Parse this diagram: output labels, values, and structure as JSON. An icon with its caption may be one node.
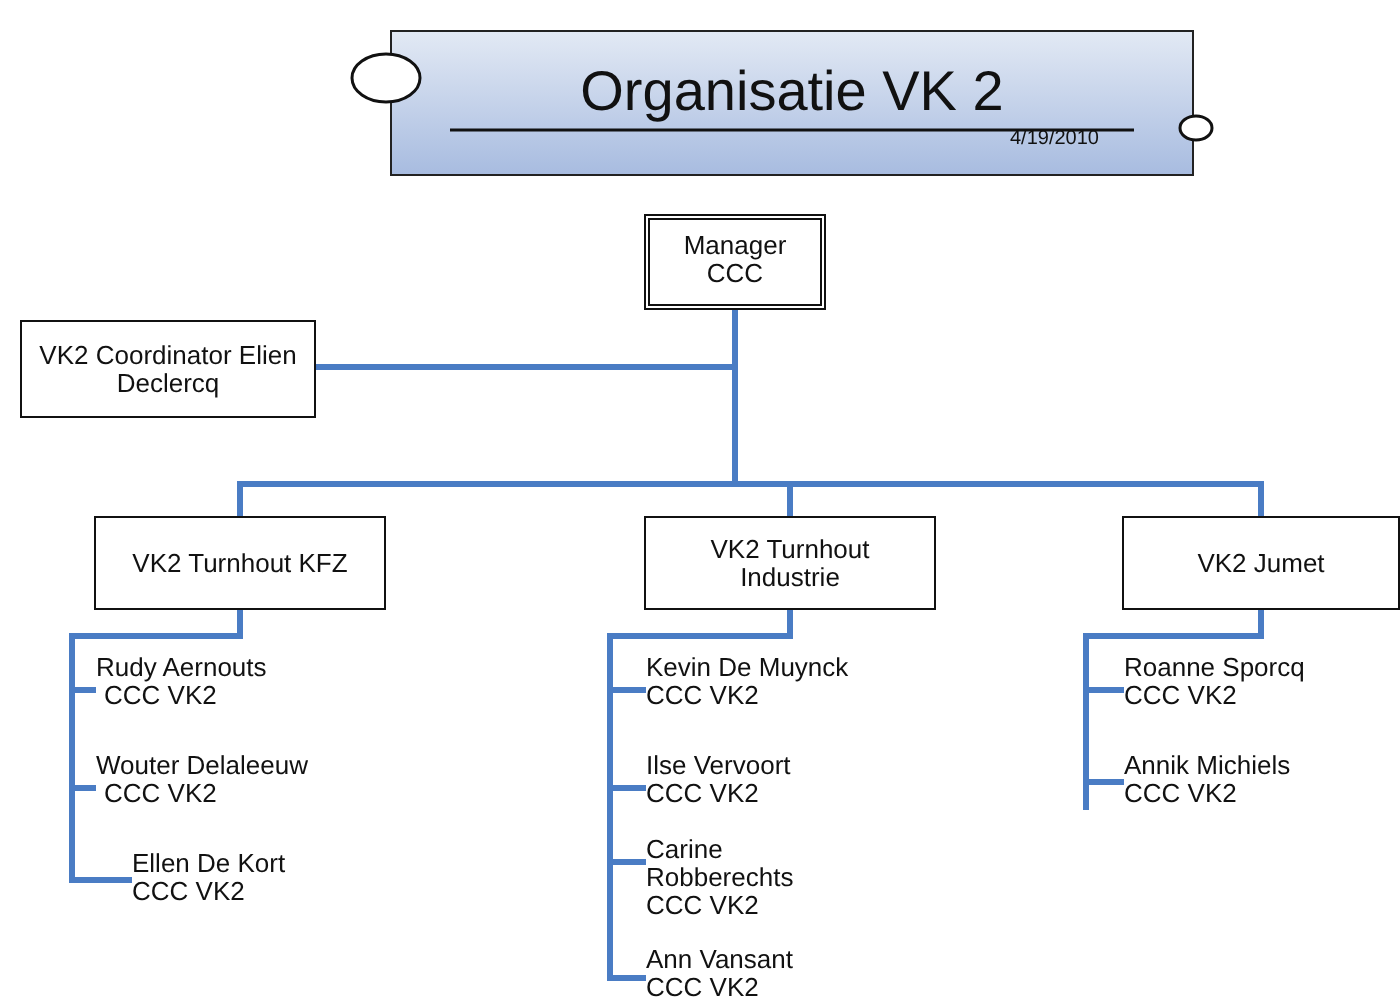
{
  "diagram": {
    "title": "Organisatie VK 2",
    "nodes": [
      {
        "text": [
          "Manager CCC"
        ]
      },
      {
        "text": [
          "VK2 Coordinator Elien Declercq"
        ]
      },
      {
        "text": [
          "VK2 Turnhout KFZ"
        ]
      },
      {
        "text": [
          "VK2 Turnhout Industrie"
        ]
      },
      {
        "text": [
          "VK2 Jumet"
        ]
      },
      {
        "text": [
          "Rudy Aernouts",
          "CCC VK2"
        ]
      },
      {
        "text": [
          "Wouter Delaleeuw",
          "CCC VK2"
        ]
      },
      {
        "text": [
          "Ellen De Kort",
          "CCC VK2"
        ]
      },
      {
        "text": [
          "Kevin De Muynck",
          "CCC VK2"
        ]
      },
      {
        "text": [
          "Ilse Vervoort",
          "CCC VK2"
        ]
      },
      {
        "text": [
          "Carine Robberechts",
          "CCC VK2"
        ]
      },
      {
        "text": [
          "Ann Vansant",
          "CCC VK2"
        ]
      },
      {
        "text": [
          "Roanne Sporcq",
          "CCC VK2"
        ]
      },
      {
        "text": [
          "Annik Michiels",
          "CCC VK2"
        ]
      }
    ],
    "edges": [
      {
        "from": 0,
        "to": 1,
        "arrow": "none"
      },
      {
        "from": 0,
        "to": 2,
        "arrow": "none"
      },
      {
        "from": 0,
        "to": 3,
        "arrow": "none"
      },
      {
        "from": 0,
        "to": 4,
        "arrow": "none"
      },
      {
        "from": 2,
        "to": 5,
        "arrow": "none"
      },
      {
        "from": 2,
        "to": 6,
        "arrow": "none"
      },
      {
        "from": 2,
        "to": 7,
        "arrow": "none"
      },
      {
        "from": 3,
        "to": 8,
        "arrow": "none"
      },
      {
        "from": 3,
        "to": 9,
        "arrow": "none"
      },
      {
        "from": 3,
        "to": 10,
        "arrow": "none"
      },
      {
        "from": 3,
        "to": 11,
        "arrow": "none"
      },
      {
        "from": 4,
        "to": 12,
        "arrow": "none"
      },
      {
        "from": 4,
        "to": 13,
        "arrow": "none"
      }
    ],
    "labels": [
      "4/19/2010"
    ]
  }
}
